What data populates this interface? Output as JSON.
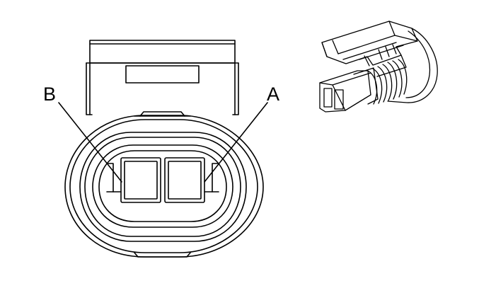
{
  "diagram": {
    "callouts": {
      "terminal_b": "B",
      "terminal_a": "A"
    },
    "colors": {
      "stroke": "#000000",
      "background": "#ffffff"
    },
    "views": {
      "front_face": "connector-front-view",
      "isometric": "connector-isometric-view"
    }
  }
}
